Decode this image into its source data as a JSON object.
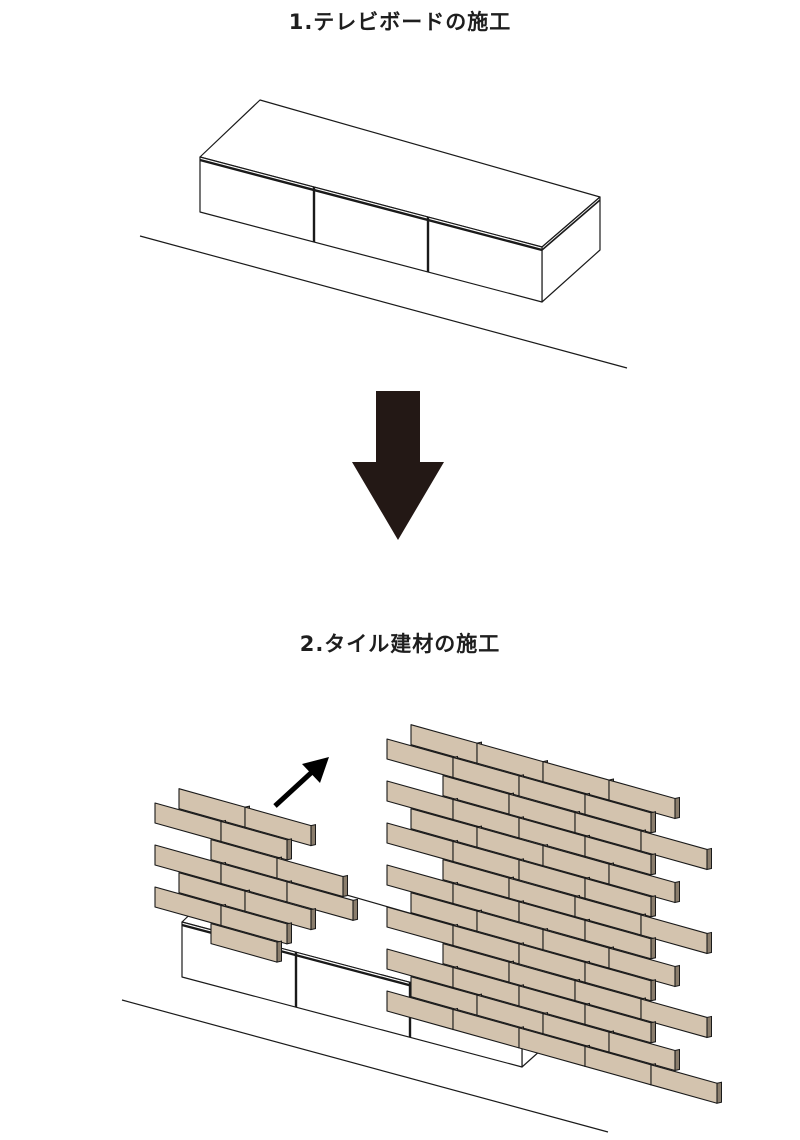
{
  "steps": [
    {
      "number": "1.",
      "title": "テレビボードの施工"
    },
    {
      "number": "2.",
      "title": "タイル建材の施工"
    }
  ],
  "colors": {
    "line": "#1a1a1a",
    "arrow": "#231815",
    "tile_fill": "#d3c3ae",
    "tile_side": "#8a7d6c",
    "background": "#ffffff"
  },
  "icons": {
    "transition": "down-arrow-icon",
    "install_direction": "diagonal-arrow-icon"
  }
}
